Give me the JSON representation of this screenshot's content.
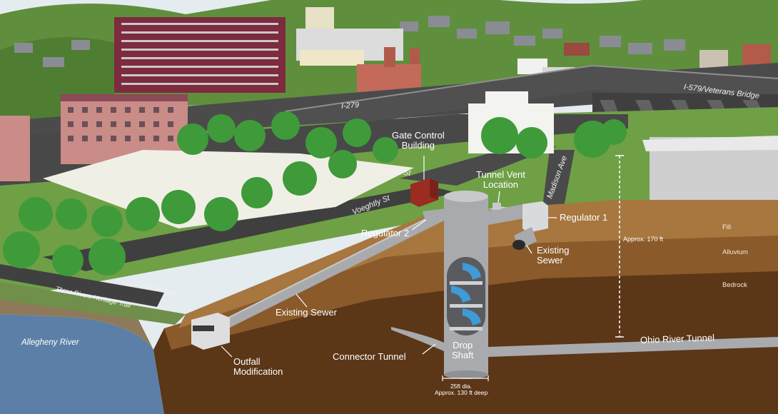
{
  "colors": {
    "sky": "#e4ecf0",
    "hills": "#5f8f3c",
    "grass": "#6fa046",
    "tree": "#3f9a3a",
    "road": "#4b4b4b",
    "river": "#5c7fa7",
    "fill_layer": "#a7773f",
    "alluvium": "#8a5a2a",
    "bedrock": "#5b3617",
    "pipe": "#a9aaae",
    "water": "#3f9bd6",
    "gate_building": "#9a2c22"
  },
  "labels": {
    "gate_control": [
      "Gate Control",
      "Building"
    ],
    "tunnel_vent": [
      "Tunnel Vent",
      "Location"
    ],
    "regulator_1": "Regulator 1",
    "regulator_2": "Regulator 2",
    "existing_sewer_right": [
      "Existing",
      "Sewer"
    ],
    "existing_sewer_left": "Existing Sewer",
    "outfall": [
      "Outfall",
      "Modification"
    ],
    "connector_tunnel": "Connector Tunnel",
    "drop_shaft": [
      "Drop",
      "Shaft"
    ],
    "ohio_river_tunnel": "Ohio River Tunnel",
    "shaft_dims": [
      "25ft dia.",
      "Approx. 130 ft deep"
    ],
    "depth": "Approx. 170 ft"
  },
  "streets": {
    "i279": "I-279",
    "i579": "I-579/Veterans Bridge",
    "lacock": "E Lacock St",
    "voeghtly": "Voeghtly St",
    "madison": "Madison Ave",
    "river_ave": "River Ave",
    "trail": "Three Rivers Heritage Trail"
  },
  "water_bodies": {
    "allegheny": "Allegheny River"
  },
  "strata": {
    "fill": "Fill",
    "alluvium": "Alluvium",
    "bedrock": "Bedrock"
  }
}
